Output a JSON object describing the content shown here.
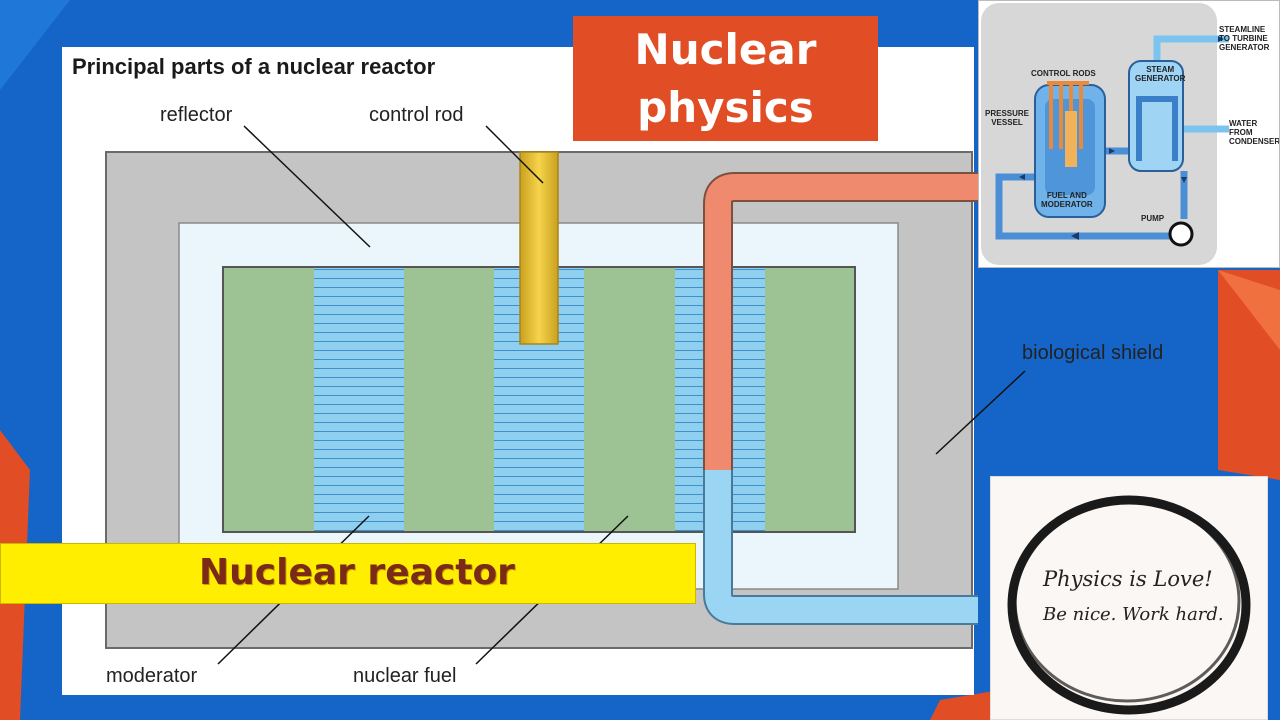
{
  "slide": {
    "diagram_title": "Principal parts of a nuclear reactor",
    "title_box": {
      "line1": "Nuclear",
      "line2": "physics"
    },
    "banner": "Nuclear reactor"
  },
  "labels": {
    "reflector": "reflector",
    "control_rod": "control rod",
    "biological_shield": "biological shield",
    "moderator": "moderator",
    "nuclear_fuel": "nuclear fuel"
  },
  "schematic": {
    "steamline": [
      "STEAMLINE",
      "TO TURBINE",
      "GENERATOR"
    ],
    "control_rods": "CONTROL RODS",
    "steam_generator": [
      "STEAM",
      "GENERATOR"
    ],
    "pressure_vessel": [
      "PRESSURE",
      "VESSEL"
    ],
    "water_from_condenser": [
      "WATER",
      "FROM",
      "CONDENSER"
    ],
    "fuel_and_moderator": [
      "FUEL AND",
      "MODERATOR"
    ],
    "pump": "PUMP"
  },
  "logo": {
    "line1": "Physics is Love!",
    "line2": "Be nice. Work hard."
  },
  "colors": {
    "background_blue": "#1565c8",
    "title_orange": "#e14d24",
    "banner_yellow": "#ffee00",
    "moderator_green": "#9dc293",
    "fuel_blue": "#8fd0f0",
    "shield_gray": "#c4c4c4",
    "control_rod_gold": "#e8c23a"
  }
}
